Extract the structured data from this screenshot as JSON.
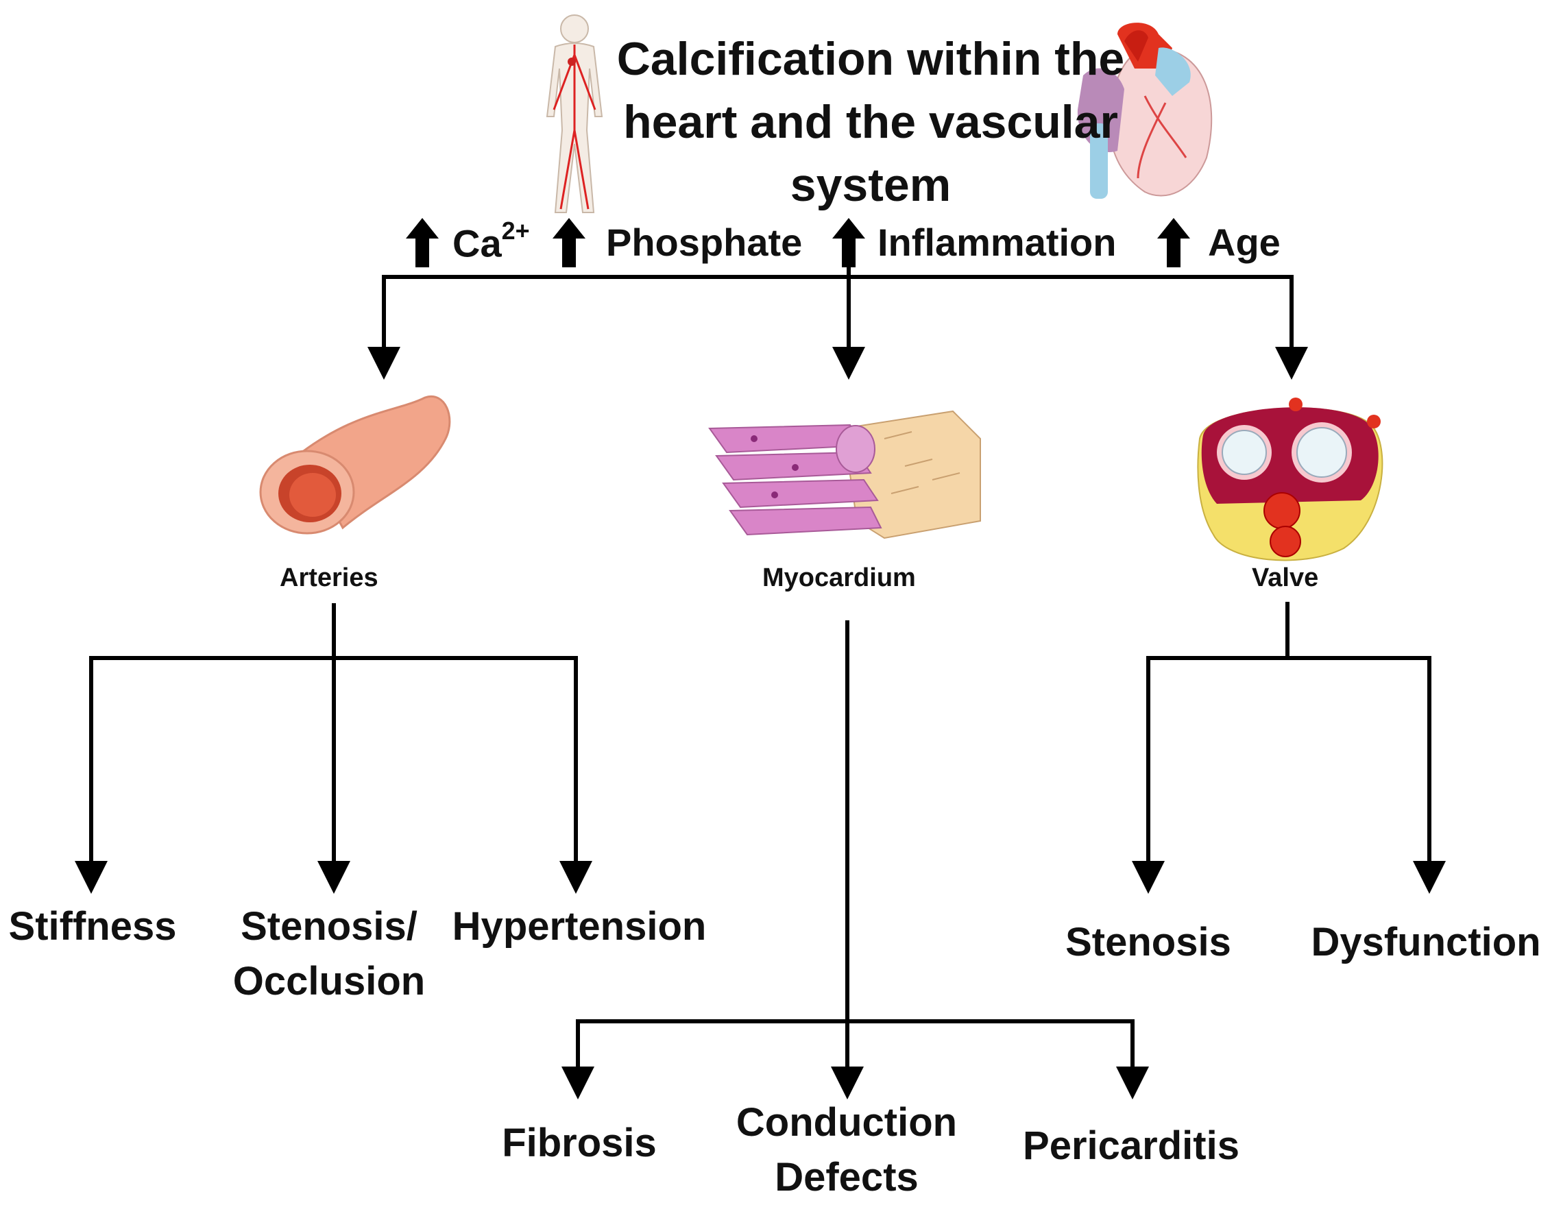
{
  "title": "Calcification within the heart and the vascular system",
  "factors": {
    "calcium": "Ca",
    "calcium_charge": "2+",
    "phosphate": "Phosphate",
    "inflammation": "Inflammation",
    "age": "Age"
  },
  "tissues": {
    "arteries": "Arteries",
    "myocardium": "Myocardium",
    "valve": "Valve"
  },
  "outcomes": {
    "arteries": [
      "Stiffness",
      "Stenosis/ Occlusion",
      "Hypertension"
    ],
    "myocardium": [
      "Fibrosis",
      "Conduction Defects",
      "Pericarditis"
    ],
    "valve": [
      "Stenosis",
      "Dysfunction"
    ]
  },
  "colors": {
    "line": "#000000",
    "artery_outer": "#f2a58a",
    "artery_lumen": "#e25a3c",
    "muscle_pink": "#d985c8",
    "muscle_tan": "#f5d6a8",
    "valve_red": "#a8123a",
    "valve_yellow": "#f4e06a",
    "heart_red": "#e2321f",
    "heart_blue": "#9ccfe6",
    "heart_purple": "#b98ab8"
  }
}
